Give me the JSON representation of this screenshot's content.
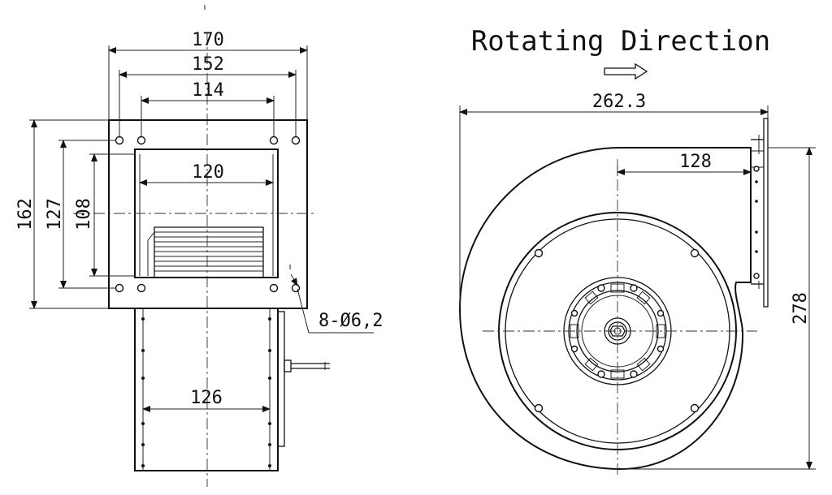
{
  "title": "Rotating Direction",
  "front_view": {
    "dimensions": {
      "flange_width": "170",
      "hole_span_outer": "152",
      "hole_span_inner": "114",
      "outlet_width": "120",
      "flange_height": "162",
      "hole_span_vertical_outer": "127",
      "outlet_height": "108",
      "body_width": "126",
      "mounting_holes": "8-Ø6,2"
    }
  },
  "side_view": {
    "dimensions": {
      "overall_width": "262.3",
      "axis_to_outlet": "128",
      "overall_height": "278"
    }
  },
  "icons": {
    "direction_arrow": "right-arrow-outline"
  },
  "colors": {
    "line": "#111111",
    "background": "#ffffff"
  }
}
